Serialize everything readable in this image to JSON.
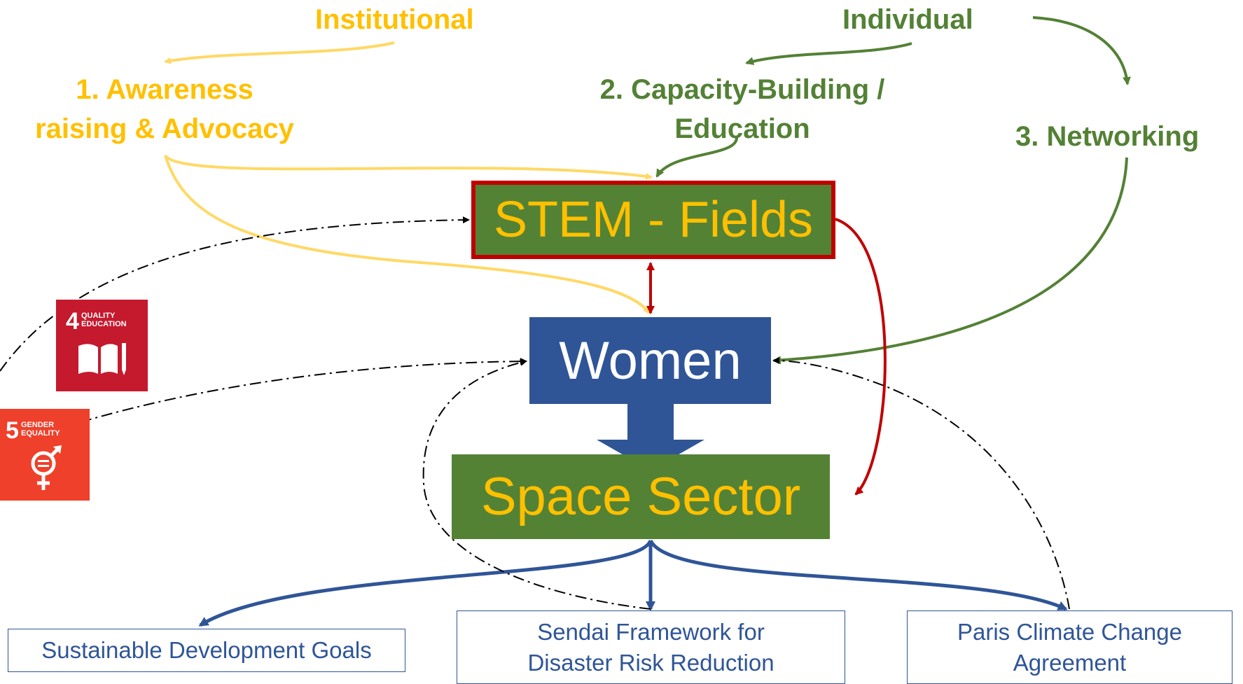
{
  "top_labels": {
    "institutional": "Institutional",
    "individual": "Individual"
  },
  "pillars": {
    "awareness": {
      "line1": "1. Awareness",
      "line2": "raising & Advocacy"
    },
    "capacity": {
      "line1": "2. Capacity-Building /",
      "line2": "Education"
    },
    "networking": {
      "line1": "3. Networking"
    }
  },
  "boxes": {
    "stem": "STEM - Fields",
    "women": "Women",
    "space": "Space Sector"
  },
  "outcomes": {
    "sdg": "Sustainable Development Goals",
    "sendai": {
      "line1": "Sendai Framework for",
      "line2": "Disaster Risk Reduction"
    },
    "paris": {
      "line1": "Paris Climate Change",
      "line2": "Agreement"
    }
  },
  "sdg_icons": {
    "quality_education": {
      "number": "4",
      "title1": "QUALITY",
      "title2": "EDUCATION",
      "color": "#C5192D"
    },
    "gender_equality": {
      "number": "5",
      "title1": "GENDER",
      "title2": "EQUALITY",
      "color": "#EF402B"
    }
  },
  "colors": {
    "yellow": "#FFC000",
    "light_yellow": "#FFD966",
    "green": "#538135",
    "box_green": "#548235",
    "blue": "#2F5597",
    "red": "#C00000"
  }
}
